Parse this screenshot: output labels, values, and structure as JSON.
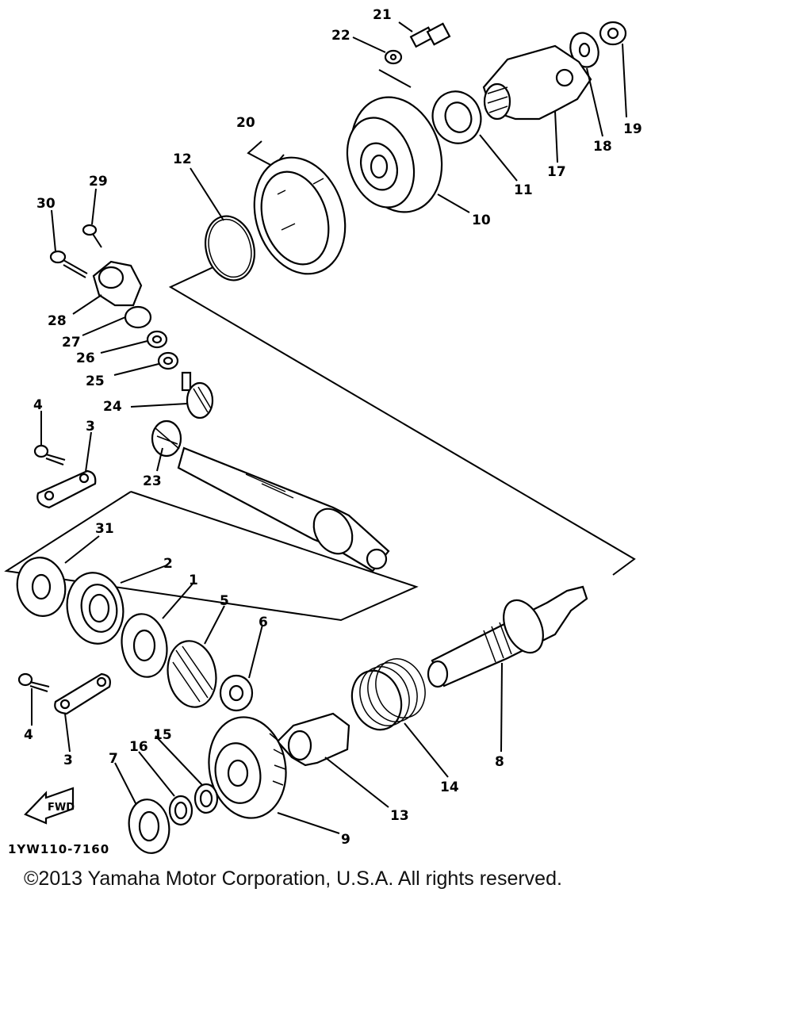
{
  "callouts": [
    "1",
    "2",
    "3",
    "3",
    "4",
    "4",
    "5",
    "6",
    "7",
    "8",
    "9",
    "10",
    "11",
    "12",
    "13",
    "14",
    "15",
    "16",
    "17",
    "18",
    "19",
    "20",
    "21",
    "22",
    "23",
    "24",
    "25",
    "26",
    "27",
    "28",
    "29",
    "30",
    "31"
  ],
  "fwd_label": "FWD",
  "diagram_code": "1YW110-7160",
  "copyright": "©2013 Yamaha Motor Corporation, U.S.A. All rights reserved."
}
